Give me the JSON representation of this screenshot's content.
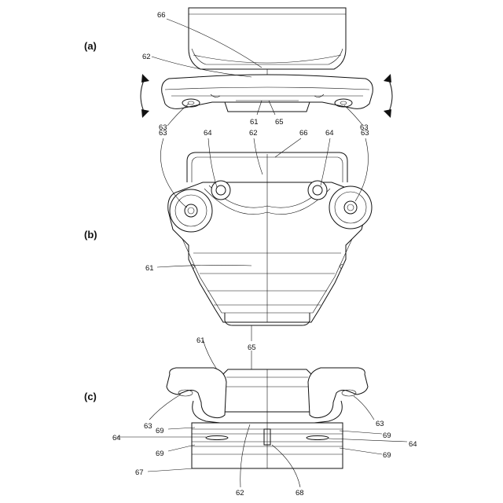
{
  "panels": [
    {
      "label": "(a)"
    },
    {
      "label": "(b)"
    },
    {
      "label": "(c)"
    }
  ],
  "refs": {
    "n61": "61",
    "n62": "62",
    "n63": "63",
    "n64": "64",
    "n65": "65",
    "n66": "66",
    "n67": "67",
    "n68": "68",
    "n69": "69"
  }
}
